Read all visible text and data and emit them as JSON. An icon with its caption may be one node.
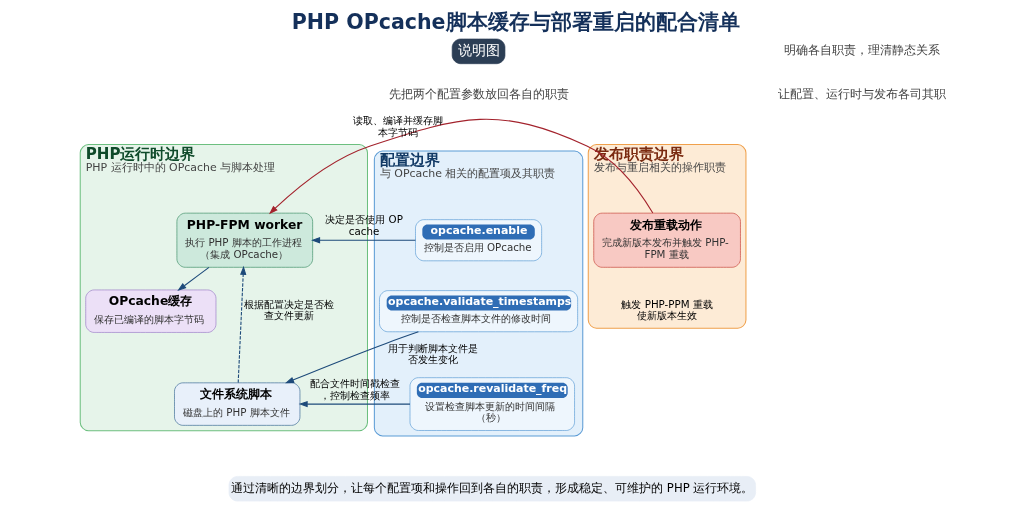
{
  "diagram": {
    "title": "PHP OPcache脚本缓存与部署重启的配合清单",
    "caption": "通过清晰的边界划分，让每个配置项和操作回到各自的职责，形成稳定、可维护的 PHP 运行环境。",
    "nodes": [
      {
        "text": [
          "配置边界",
          "与 OPcache 相关的配置项及其职责"
        ]
      },
      {
        "text": [
          "opcache.enable",
          "控制是否启用 OPcache"
        ],
        "in": 0
      },
      {
        "text": [
          "opcache.validate_timestamps",
          "控制是否检查脚本文件的修改时间"
        ],
        "in": 0
      },
      {
        "text": [
          "opcache.revalidate_freq",
          "设置检查脚本更新的时间间隔（秒）"
        ],
        "in": 0
      },
      {
        "text": [
          "PHP运行时边界",
          "PHP 运行时中的 OPcache 与脚本处理"
        ]
      },
      {
        "text": [
          "PHP-FPM worker",
          "执行 PHP 脚本的工作进程（集成 OPcache）"
        ],
        "in": 4
      },
      {
        "text": [
          "OPcache缓存",
          "保存已编译的脚本字节码"
        ],
        "in": 4
      },
      {
        "text": [
          "文件系统脚本",
          "磁盘上的 PHP 脚本文件"
        ],
        "in": 4
      },
      {
        "text": [
          "发布职责边界",
          "发布与重启相关的操作职责"
        ]
      },
      {
        "text": [
          "发布重载动作",
          "完成新版本发布并触发 PHP-FPM 重载"
        ],
        "in": 8,
        "beside": [
          "触发 PHP-PPM 重载使新版本生效"
        ]
      }
    ],
    "edges": [
      {
        "from": 1,
        "to": 5,
        "arrow": "to",
        "label": "决定是否使用 OPcache"
      },
      {
        "from": 2,
        "to": 7,
        "arrow": "to",
        "label": "用于判断脚本文件是否发生变化"
      },
      {
        "from": 3,
        "to": 7,
        "arrow": "to",
        "label": "配合文件时间戳检查，控制检查频率"
      },
      {
        "from": 7,
        "to": 5,
        "arrow": "to",
        "style": "dashed",
        "label": "根据配置决定是否检查文件更新"
      },
      {
        "from": 5,
        "to": 6,
        "arrow": "to"
      },
      {
        "from": 9,
        "to": 5,
        "arrow": "to",
        "color": "#a3222c",
        "label": "读取、编译并缓存脚本字节码"
      }
    ],
    "labels": [
      "说明图",
      "先把两个配置参数放回各自的职责",
      "明确各自职责，理清静态关系",
      "让配置、运行时与发布各司其职"
    ]
  }
}
